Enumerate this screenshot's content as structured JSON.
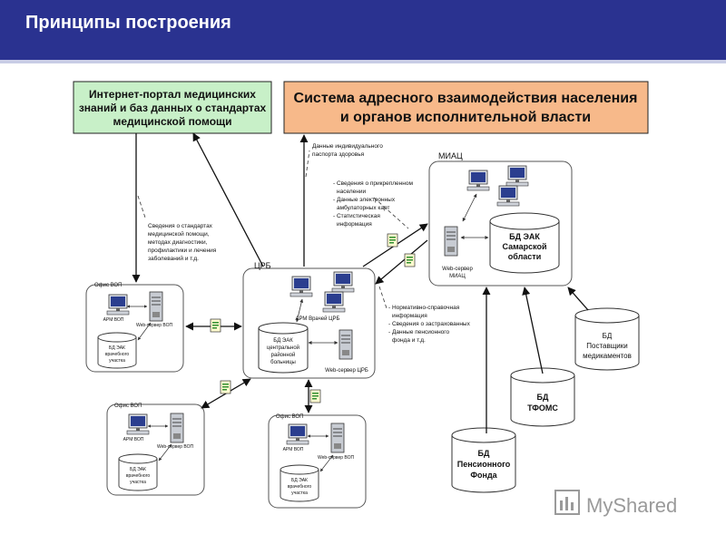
{
  "header": {
    "title": "Принципы построения"
  },
  "boxes": {
    "internet_portal": [
      "Интернет-портал медицинских",
      "знаний и баз данных о стандартах",
      "медицинской помощи"
    ],
    "system": [
      "Система адресного взаимодействия населения",
      "и органов исполнительной власти"
    ]
  },
  "labels": {
    "miac": "МИАЦ",
    "crb": "ЦРБ",
    "office_vop": "Офис ВОП",
    "arm_vop": "АРМ ВОП",
    "web_vop": "Web-сервер ВОП",
    "bd_eak_vrach": [
      "БД ЭАК",
      "врачебного",
      "участка"
    ],
    "arm_crb": "АРМ Врачей ЦРБ",
    "bd_eak_crb": [
      "БД ЭАК",
      "центральной",
      "районной",
      "больницы"
    ],
    "web_crb": "Web-сервер ЦРБ",
    "web_miac": [
      "Web-сервер",
      "МИАЦ"
    ],
    "bd_eak_samara": [
      "БД ЭАК",
      "Самарской",
      "области"
    ],
    "bd_suppliers": [
      "БД",
      "Поставщики",
      "медикаментов"
    ],
    "bd_tfoms": [
      "БД",
      "ТФОМС"
    ],
    "bd_pension": [
      "БД",
      "Пенсионного",
      "Фонда"
    ]
  },
  "notes": {
    "passport": [
      "Данные индивидуального",
      "паспорта здоровья"
    ],
    "miac_data": [
      "- Сведения о прикрепленном",
      "населении",
      "- Данные электронных",
      "амбулаторных карт",
      "- Статистическая",
      "информация"
    ],
    "standards": [
      "Сведения о стандартах",
      "медицинской помощи,",
      "методах диагностики,",
      "профилактики и лечения",
      "заболеваний и т.д."
    ],
    "reference": [
      "- Нормативно-справочная",
      "информация",
      "- Сведения о застрахованных",
      "- Данные пенсионного",
      "фонда и т.д."
    ]
  },
  "watermark": {
    "text": "MyShared"
  },
  "colors": {
    "header": "#2a3290",
    "portal_box": "#c8f0c8",
    "system_box": "#f7b98a"
  }
}
